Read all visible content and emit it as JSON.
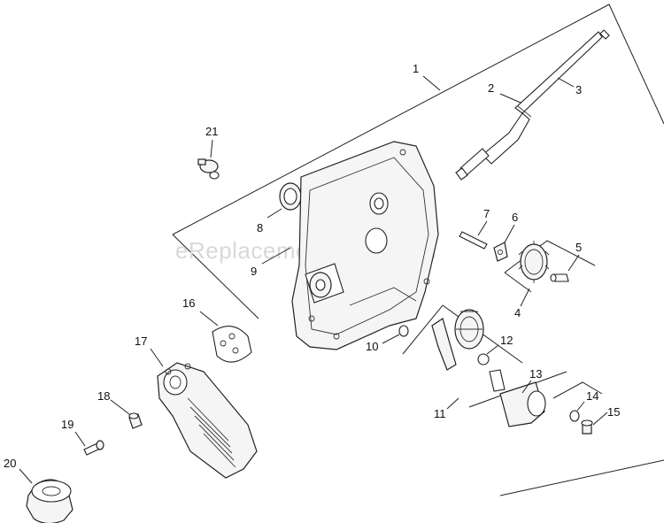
{
  "watermark": "eReplacementParts.com",
  "callouts": [
    "1",
    "2",
    "3",
    "4",
    "5",
    "6",
    "7",
    "8",
    "9",
    "10",
    "11",
    "12",
    "13",
    "14",
    "15",
    "16",
    "17",
    "18",
    "19",
    "20",
    "21"
  ],
  "colors": {
    "line": "#222222",
    "part_fill": "#f5f5f5",
    "watermark": "#d9d9d9"
  }
}
